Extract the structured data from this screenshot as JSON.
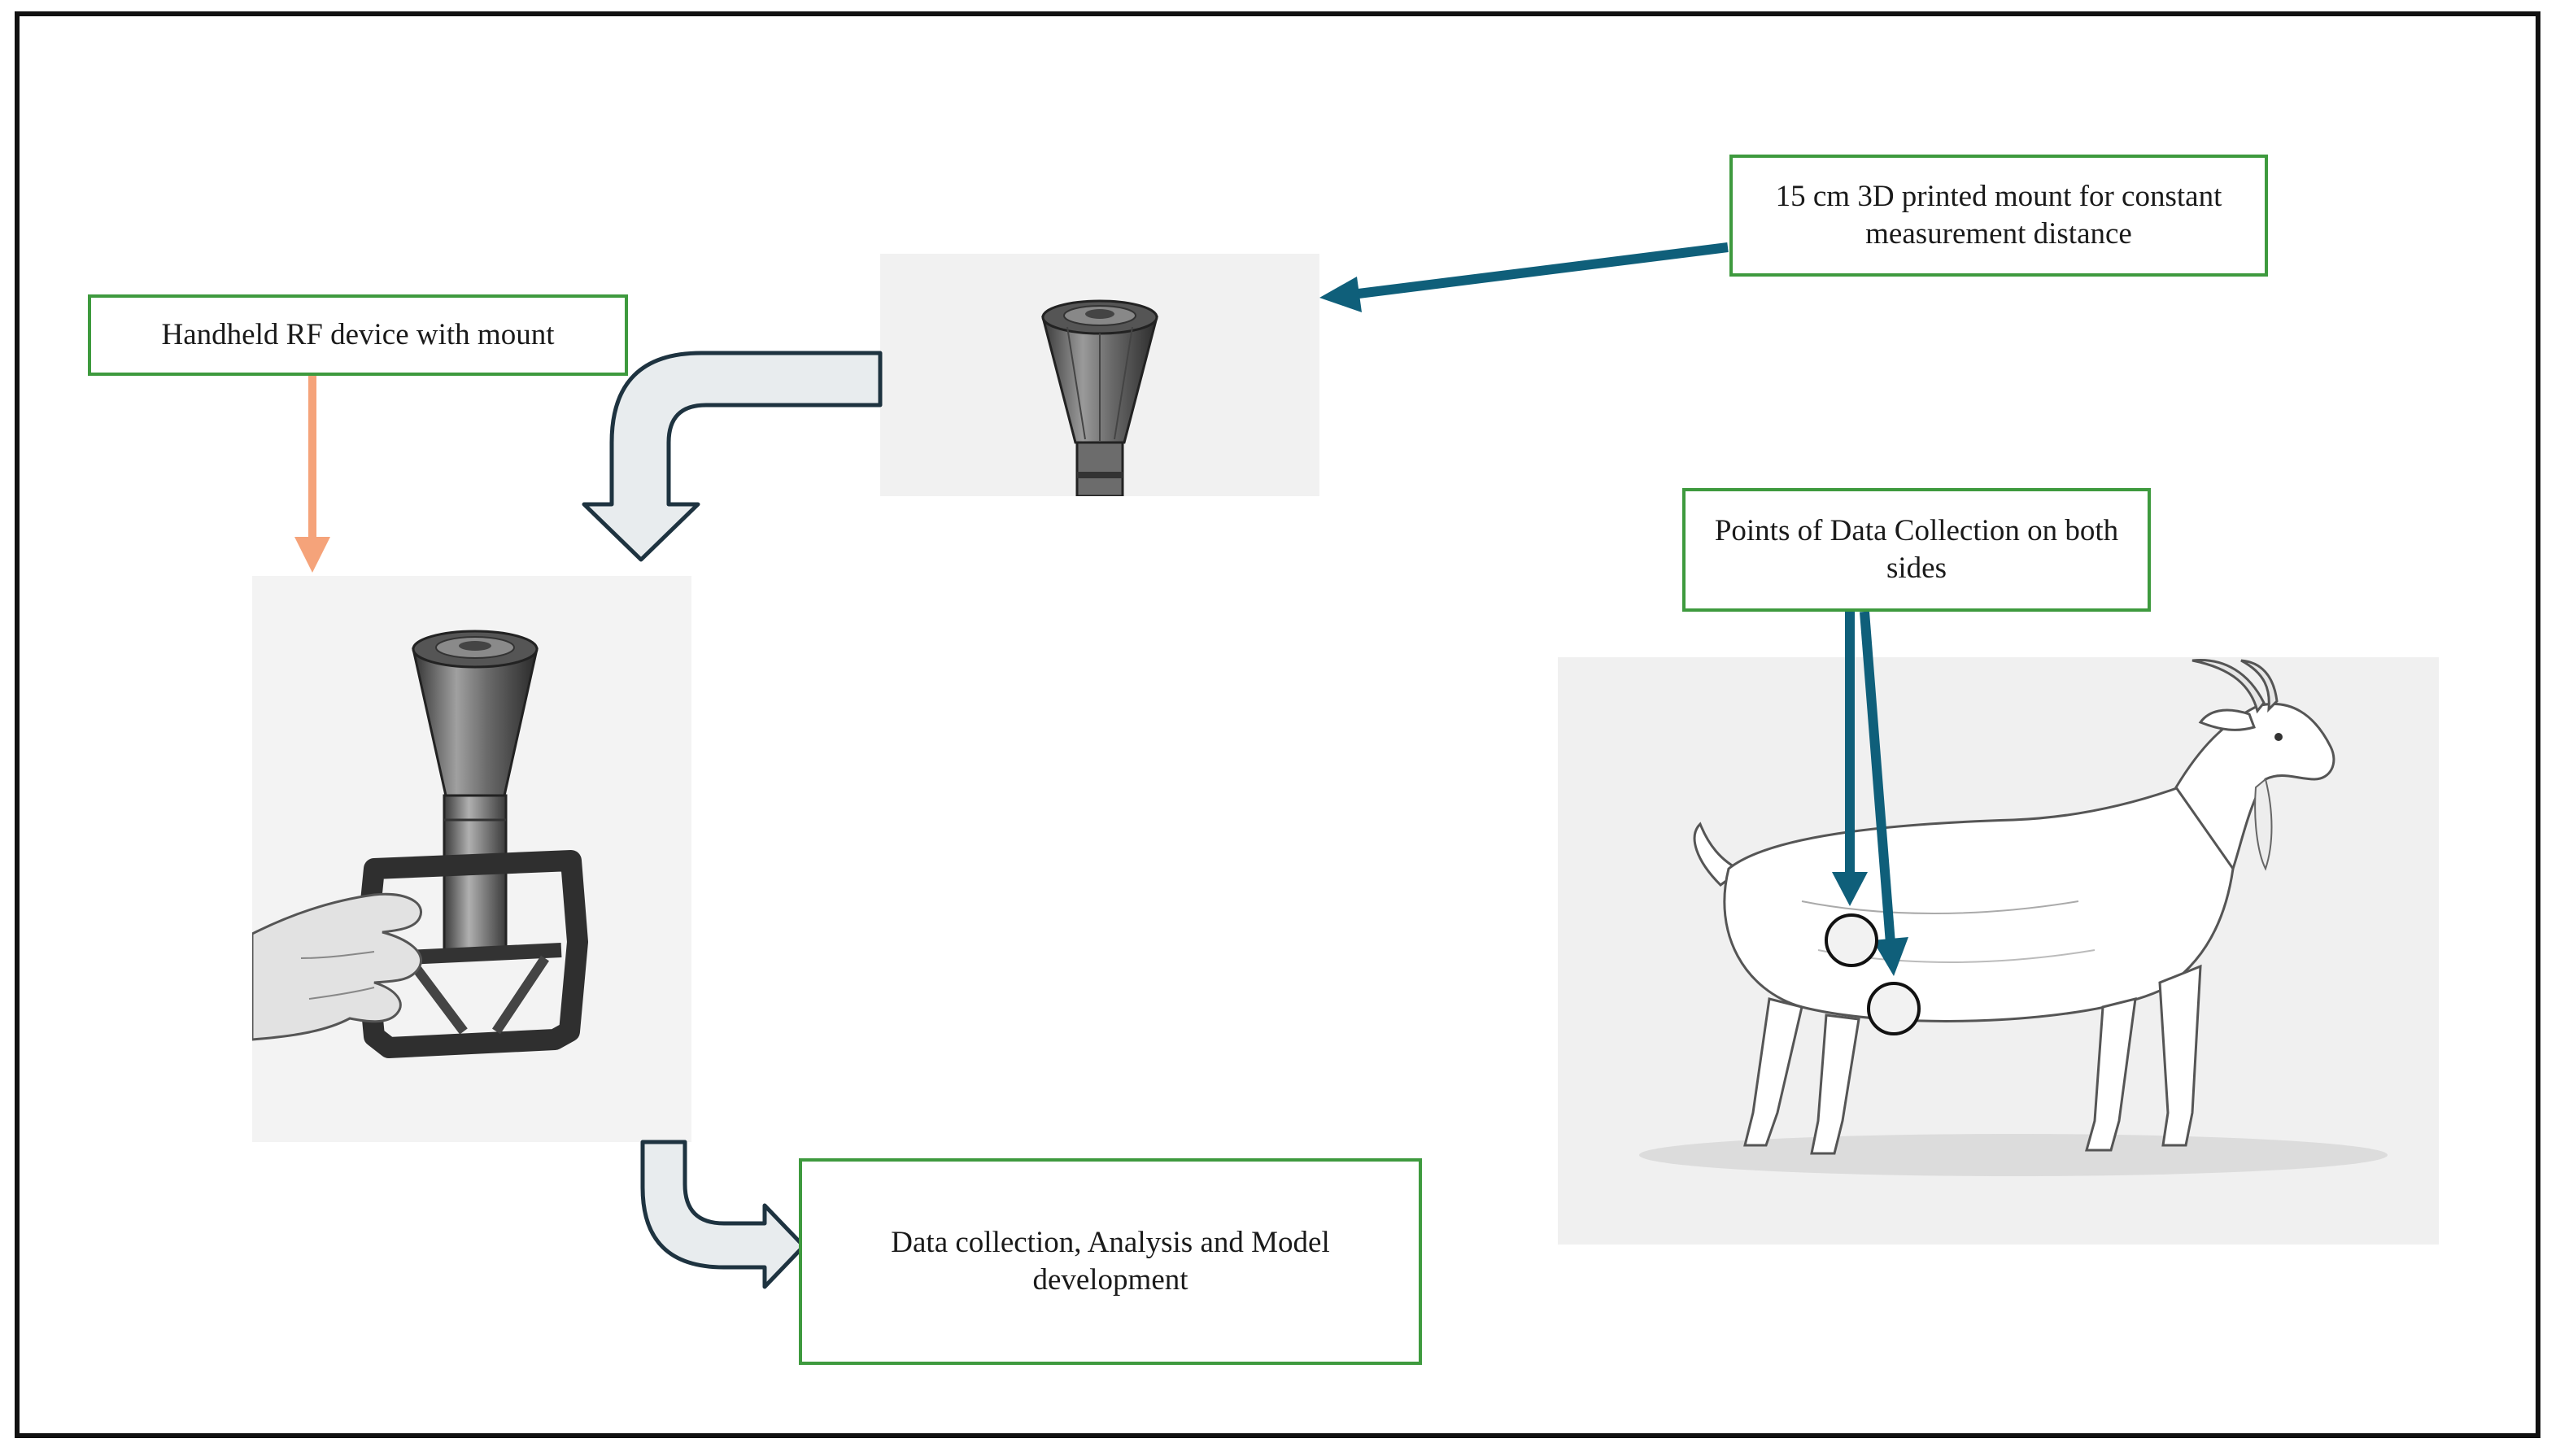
{
  "labels": {
    "mount_15cm": "15 cm 3D printed mount for constant measurement distance",
    "handheld_device": "Handheld RF device with mount",
    "data_points": "Points of Data Collection on both sides",
    "data_analysis": "Data collection, Analysis and Model development"
  },
  "colors": {
    "box_border": "#3e9a3e",
    "teal_arrow": "#0f5f7a",
    "orange_arrow": "#f5a37a",
    "flow_arrow_fill": "#e8ecee",
    "flow_arrow_stroke": "#1e3340"
  }
}
